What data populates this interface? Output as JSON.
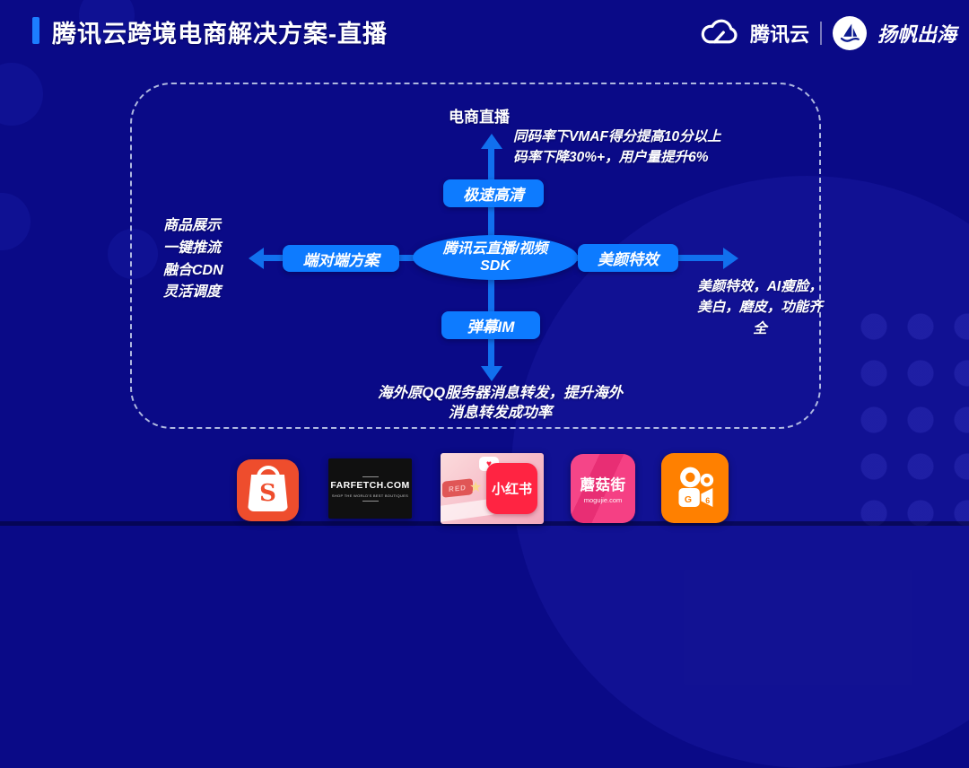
{
  "header": {
    "title": "腾讯云跨境电商解决方案-直播",
    "brand": {
      "tencent_cloud_label": "腾讯云",
      "yangfan_label": "扬帆出海"
    }
  },
  "diagram": {
    "center": {
      "line1": "腾讯云直播/视频",
      "line2": "SDK"
    },
    "top": {
      "scene_label": "电商直播",
      "button_label": "极速高清",
      "detail_lines": [
        "同码率下VMAF得分提高10分以上",
        "码率下降30%+，用户量提升6%"
      ]
    },
    "left": {
      "button_label": "端对端方案",
      "detail_lines": [
        "商品展示",
        "一键推流",
        "融合CDN",
        "灵活调度"
      ]
    },
    "right": {
      "button_label": "美颜特效",
      "detail_lines": [
        "美颜特效，AI瘦脸，",
        "美白，磨皮，功能齐",
        "全"
      ]
    },
    "bottom": {
      "button_label": "弹幕IM",
      "detail_lines": [
        "海外原QQ服务器消息转发，提升海外",
        "消息转发成功率"
      ]
    }
  },
  "logos": {
    "shopee": {
      "name": "Shopee",
      "letter": "S"
    },
    "farfetch": {
      "wordmark": "FARFETCH.COM",
      "tagline": "SHOP THE WORLD'S BEST BOUTIQUES"
    },
    "xiaohongshu": {
      "app_label": "小红书",
      "badge": "RED"
    },
    "mogujie": {
      "app_label": "蘑菇街",
      "domain": "mogujie.com"
    },
    "kuaishou": {
      "name": "快手"
    }
  },
  "colors": {
    "background": "#0a0a87",
    "accent_blue": "#0d7bff",
    "arrow_blue": "#1170ee",
    "dashed_border": "#ccd5f0",
    "shopee_orange": "#ee4d2d",
    "farfetch_black": "#101010",
    "xiaohongshu_red": "#ff2442",
    "mogujie_pink": "#f4307a",
    "kuaishou_orange": "#ff8000"
  }
}
